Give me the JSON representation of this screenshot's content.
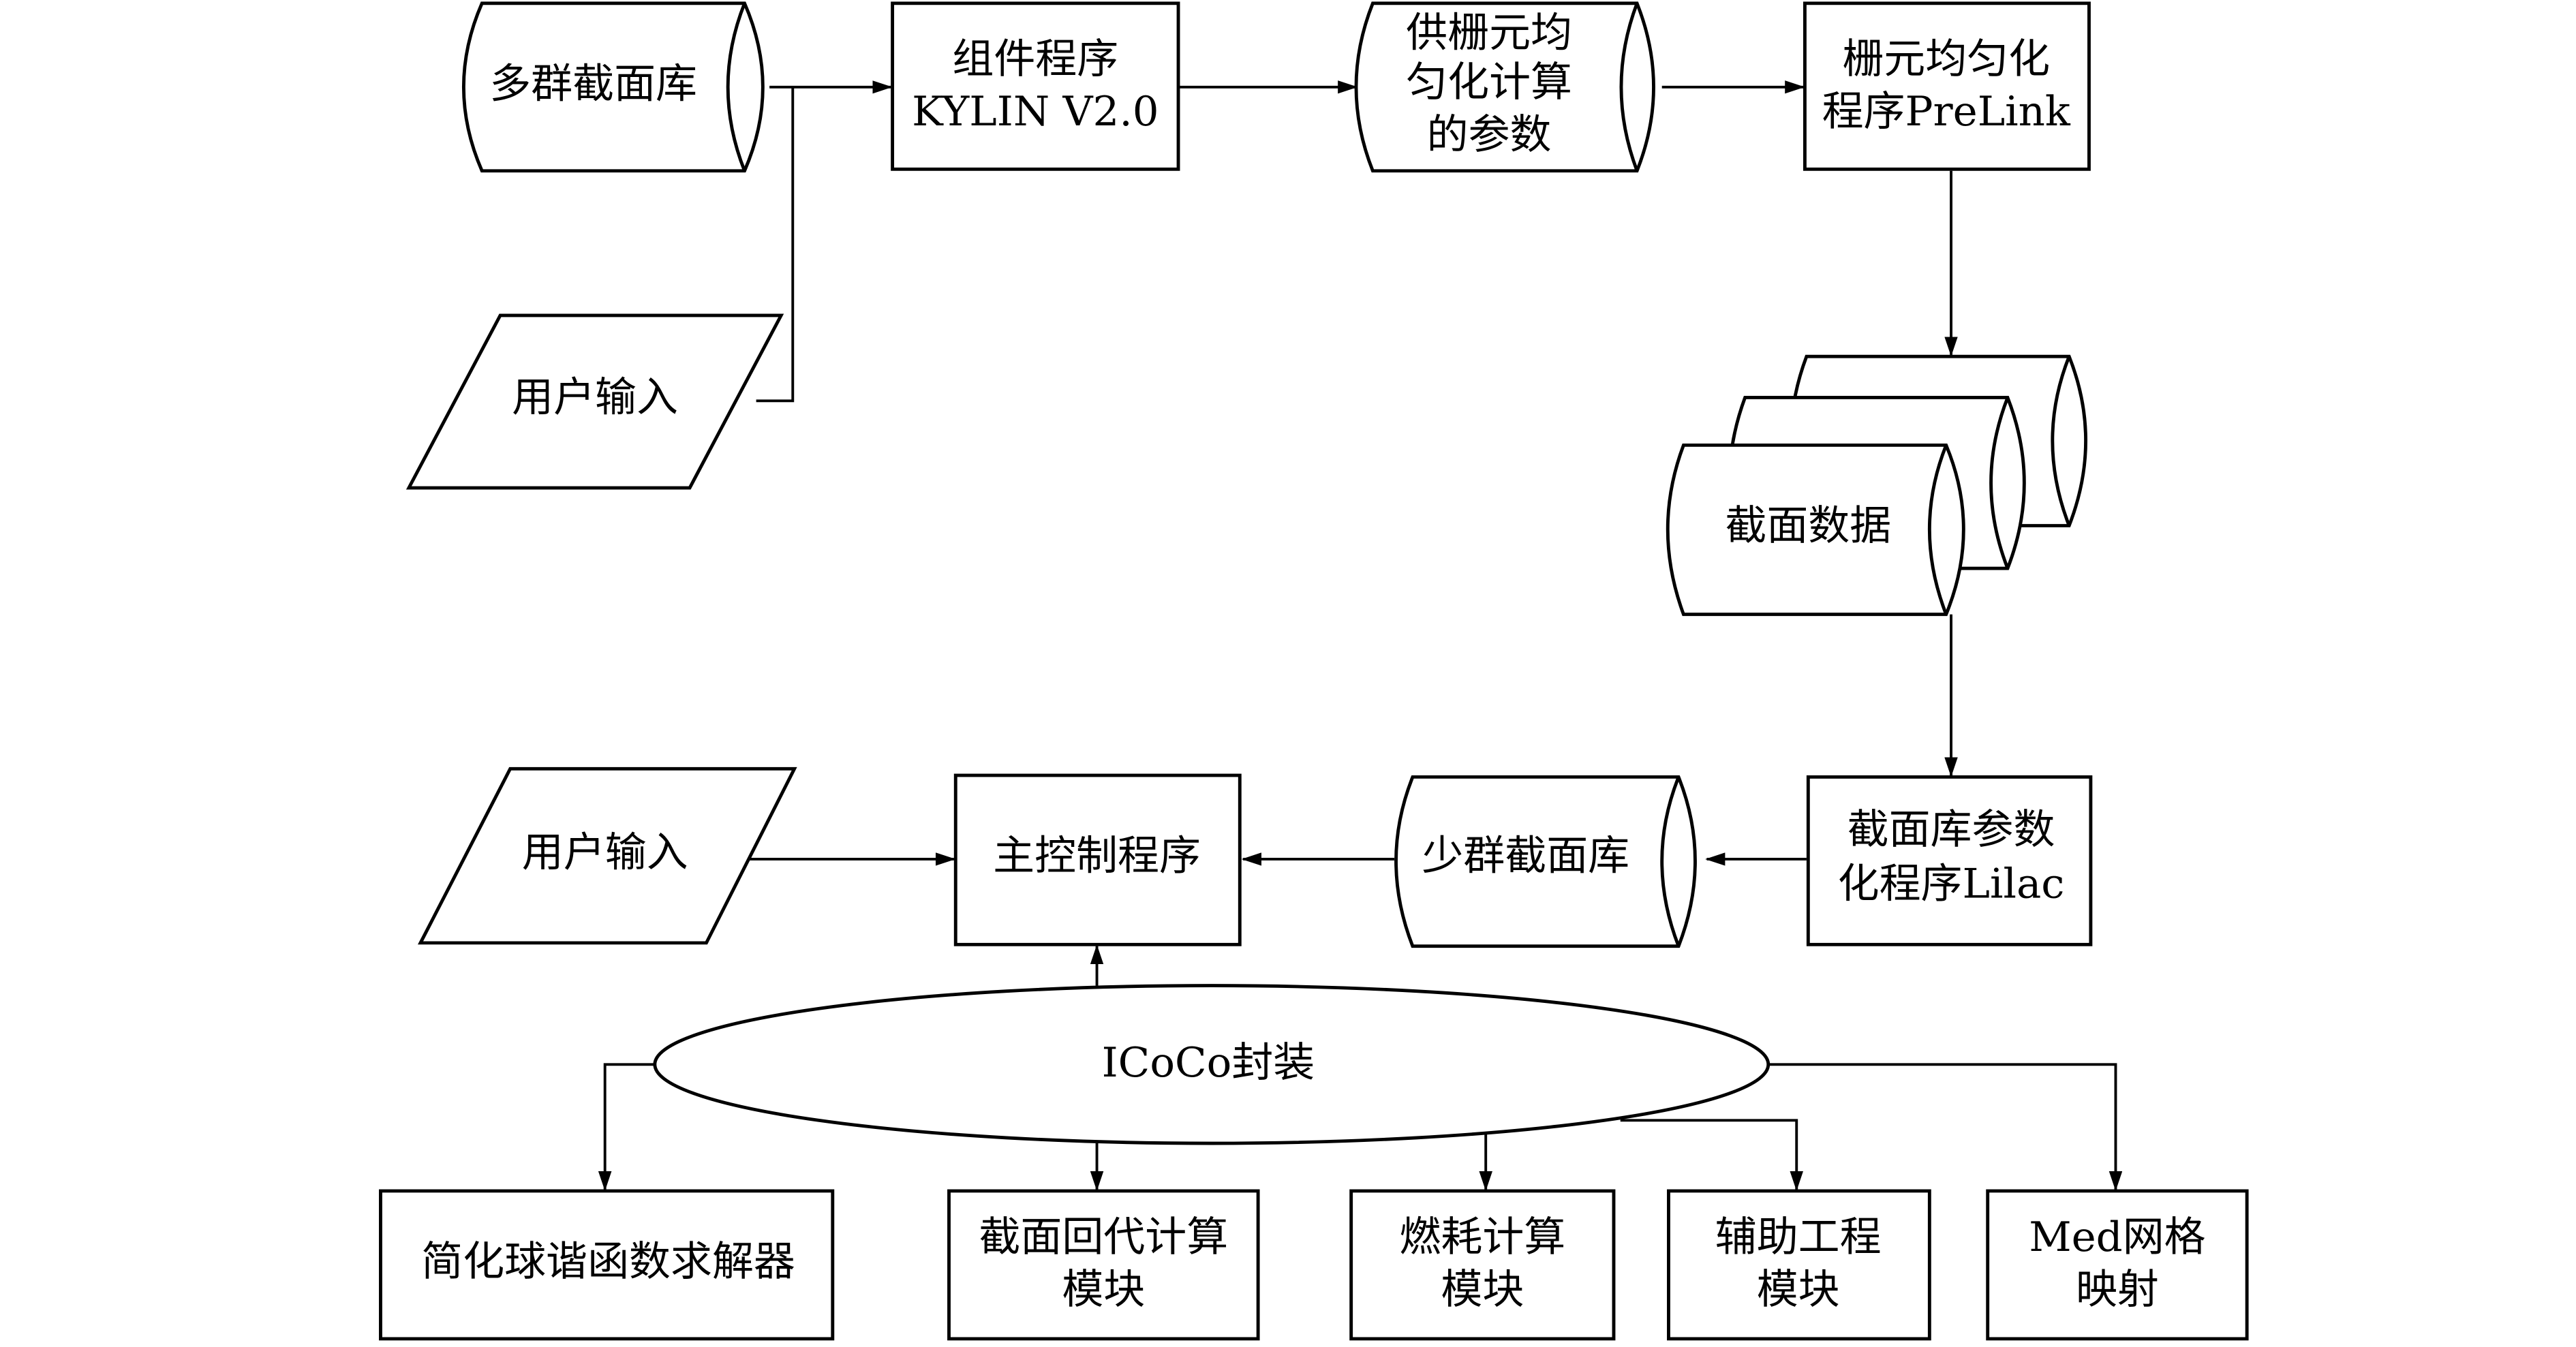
{
  "diagram": {
    "nodes": {
      "multigroup_library": [
        "多群截面库"
      ],
      "kylin": [
        "组件程序",
        "KYLIN V2.0"
      ],
      "homog_params": [
        "供栅元均",
        "匀化计算",
        "的参数"
      ],
      "prelink": [
        "栅元均匀化",
        "程序PreLink"
      ],
      "user_input_top": [
        "用户输入"
      ],
      "section_data": [
        "截面数据"
      ],
      "lilac": [
        "截面库参数",
        "化程序Lilac"
      ],
      "fewgroup_library": [
        "少群截面库"
      ],
      "main_control": [
        "主控制程序"
      ],
      "user_input_bottom": [
        "用户输入"
      ],
      "icoco": [
        "ICoCo封装"
      ],
      "sph_solver": [
        "简化球谐函数求解器"
      ],
      "xs_feedback": [
        "截面回代计算",
        "模块"
      ],
      "burnup": [
        "燃耗计算",
        "模块"
      ],
      "aux_eng": [
        "辅助工程",
        "模块"
      ],
      "med_mesh": [
        "Med网格",
        "映射"
      ]
    },
    "edges": [
      [
        "多群截面库",
        "组件程序 KYLIN V2.0"
      ],
      [
        "用户输入",
        "组件程序 KYLIN V2.0"
      ],
      [
        "组件程序 KYLIN V2.0",
        "供栅元均匀化计算的参数"
      ],
      [
        "供栅元均匀化计算的参数",
        "栅元均匀化程序PreLink"
      ],
      [
        "栅元均匀化程序PreLink",
        "截面数据"
      ],
      [
        "截面数据",
        "截面库参数化程序Lilac"
      ],
      [
        "截面库参数化程序Lilac",
        "少群截面库"
      ],
      [
        "少群截面库",
        "主控制程序"
      ],
      [
        "用户输入",
        "主控制程序"
      ],
      [
        "ICoCo封装",
        "主控制程序"
      ],
      [
        "ICoCo封装",
        "简化球谐函数求解器"
      ],
      [
        "ICoCo封装",
        "截面回代计算模块"
      ],
      [
        "ICoCo封装",
        "燃耗计算模块"
      ],
      [
        "ICoCo封装",
        "辅助工程模块"
      ],
      [
        "ICoCo封装",
        "Med网格映射"
      ]
    ]
  }
}
